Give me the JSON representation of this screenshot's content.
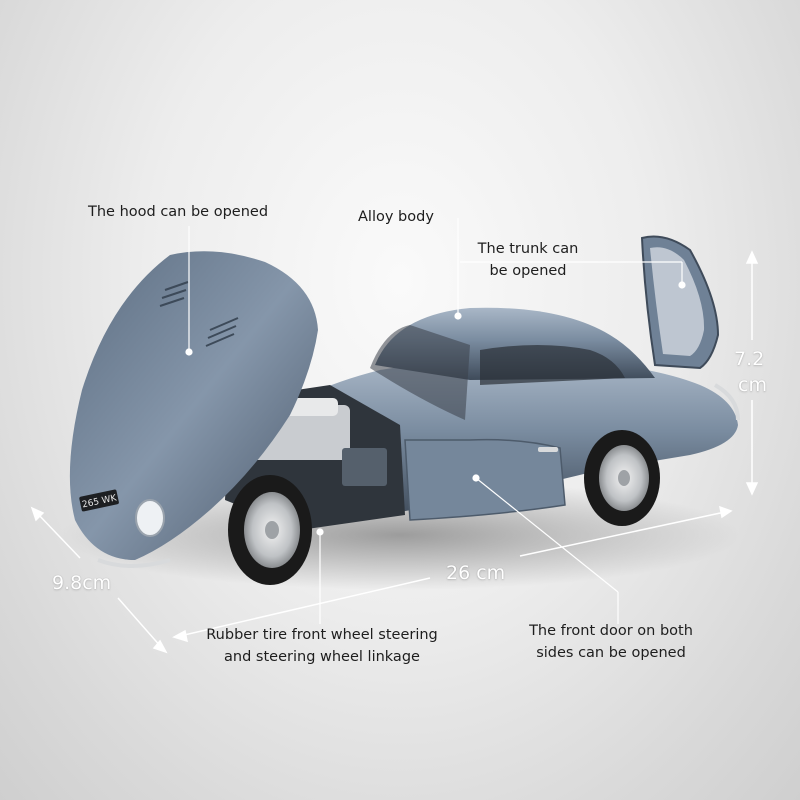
{
  "callouts": {
    "hood": "The hood can be opened",
    "body": "Alloy body",
    "trunk_line1": "The trunk can",
    "trunk_line2": "be opened",
    "wheel_line1": "Rubber tire front wheel steering",
    "wheel_line2": "and steering wheel linkage",
    "door_line1": "The front door on both",
    "door_line2": "sides can be opened"
  },
  "dimensions": {
    "height_value": "7.2",
    "height_unit": "cm",
    "length": "26 cm",
    "width": "9.8cm"
  },
  "car": {
    "plate": "265 WK"
  },
  "colors": {
    "body": "#6f8196",
    "body_dark": "#3f4b5a",
    "body_light": "#a9b7c7",
    "tire": "#1a1a1a",
    "chrome": "#d8dadc",
    "label_text": "#1e1e1e",
    "dimension_text": "#ffffff"
  }
}
